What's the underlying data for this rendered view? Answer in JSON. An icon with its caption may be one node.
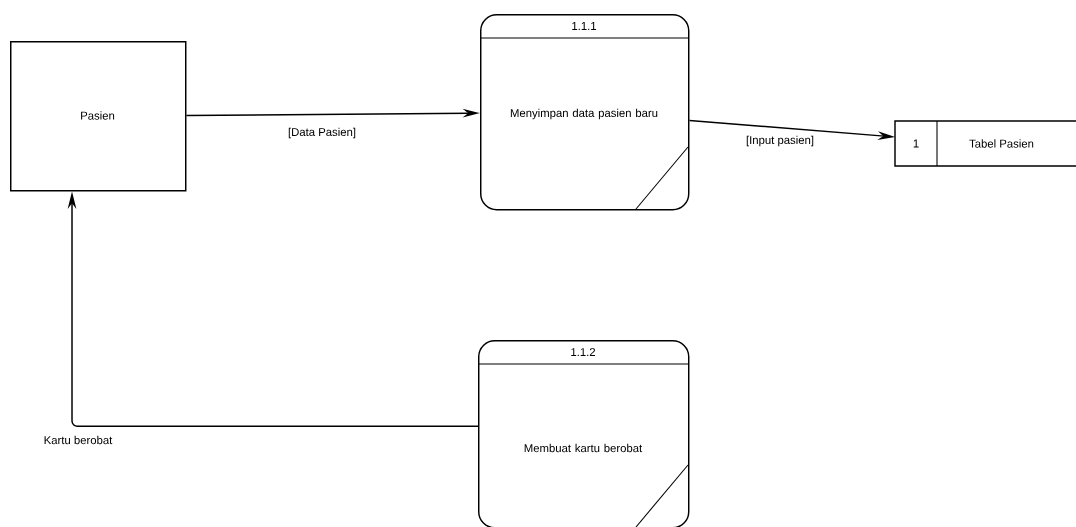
{
  "diagram": {
    "nodes": [
      {
        "text": [
          "Pasien"
        ]
      },
      {
        "text": [
          "1.1.1",
          "Menyimpan data pasien baru"
        ]
      },
      {
        "text": [
          "1",
          "Tabel Pasien"
        ]
      },
      {
        "text": [
          "1.1.2",
          "Membuat kartu berobat"
        ]
      }
    ],
    "edges": [
      {
        "from": 0,
        "to": 1,
        "arrow": "to",
        "label": "[Data Pasien]"
      },
      {
        "from": 1,
        "to": 2,
        "arrow": "to",
        "label": "[Input pasien]"
      },
      {
        "from": 3,
        "to": 0,
        "arrow": "to",
        "label": "Kartu berobat"
      }
    ]
  }
}
